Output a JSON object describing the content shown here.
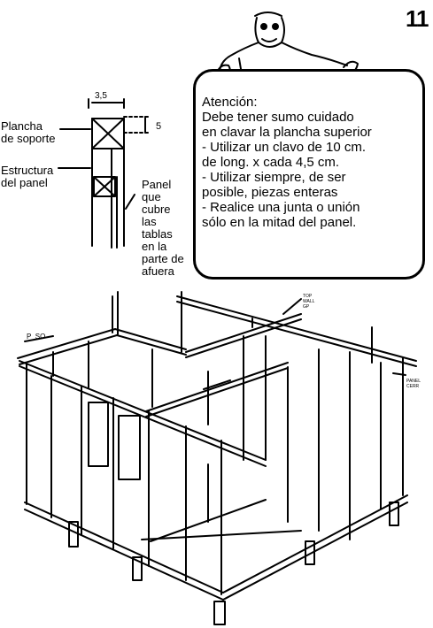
{
  "page_number": "11",
  "detail": {
    "dim_width": "3,5",
    "dim_height": "5",
    "label_plancha": [
      "Plancha",
      "de soporte"
    ],
    "label_estructura": [
      "Estructura",
      "del panel"
    ],
    "label_panel": [
      "Panel",
      "que",
      "cubre",
      "las",
      "tablas",
      "en la",
      "parte de",
      "afuera"
    ]
  },
  "attention": {
    "title": "Atención:",
    "lines": [
      "Debe tener sumo cuidado",
      "en clavar la plancha superior",
      "- Utilizar un clavo de 10 cm.",
      "de long. x cada 4,5 cm.",
      "- Utilizar siempre, de ser",
      "posible, piezas enteras",
      "- Realice una junta o unión",
      "sólo en la mitad del panel."
    ]
  },
  "house_labels": {
    "top_wall": [
      "TOP",
      "WALL",
      "GP"
    ],
    "left_label": "P_SO",
    "right_label": [
      "PANEL",
      "CERR"
    ]
  }
}
